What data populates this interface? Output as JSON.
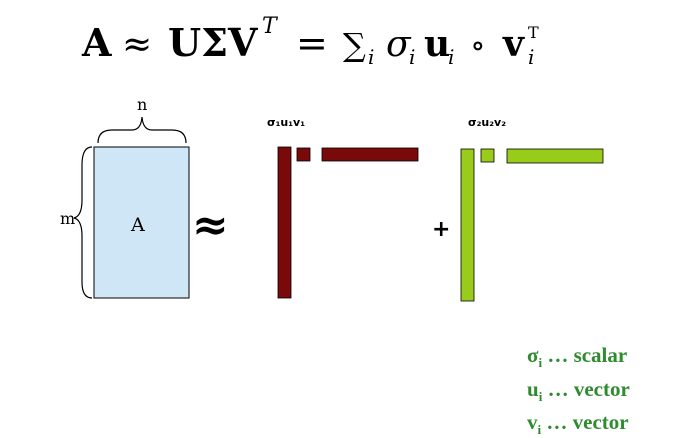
{
  "equation": {
    "A": "A",
    "approx": "≈",
    "USV": "UΣV",
    "T": "T",
    "equals": "=",
    "sum": "∑",
    "i": "i",
    "sigma": "σ",
    "u": "u",
    "circle": "∘",
    "v": "v"
  },
  "matrix": {
    "n_label": "n",
    "m_label": "m",
    "A_label": "A",
    "approx_symbol": "≈",
    "fill": "#cfe6f7"
  },
  "term1": {
    "label": "σ₁u₁v₁",
    "color": "#7a0a0a"
  },
  "plus": "+",
  "term2": {
    "label": "σ₂u₂v₂",
    "color": "#99cc1a"
  },
  "legend": [
    {
      "sym": "σ",
      "sub": "i",
      "text": " … scalar"
    },
    {
      "sym": "u",
      "sub": "i",
      "text": " … vector"
    },
    {
      "sym": "v",
      "sub": "i",
      "text": " … vector"
    }
  ],
  "colors": {
    "legend_text": "#2e8b2e"
  }
}
